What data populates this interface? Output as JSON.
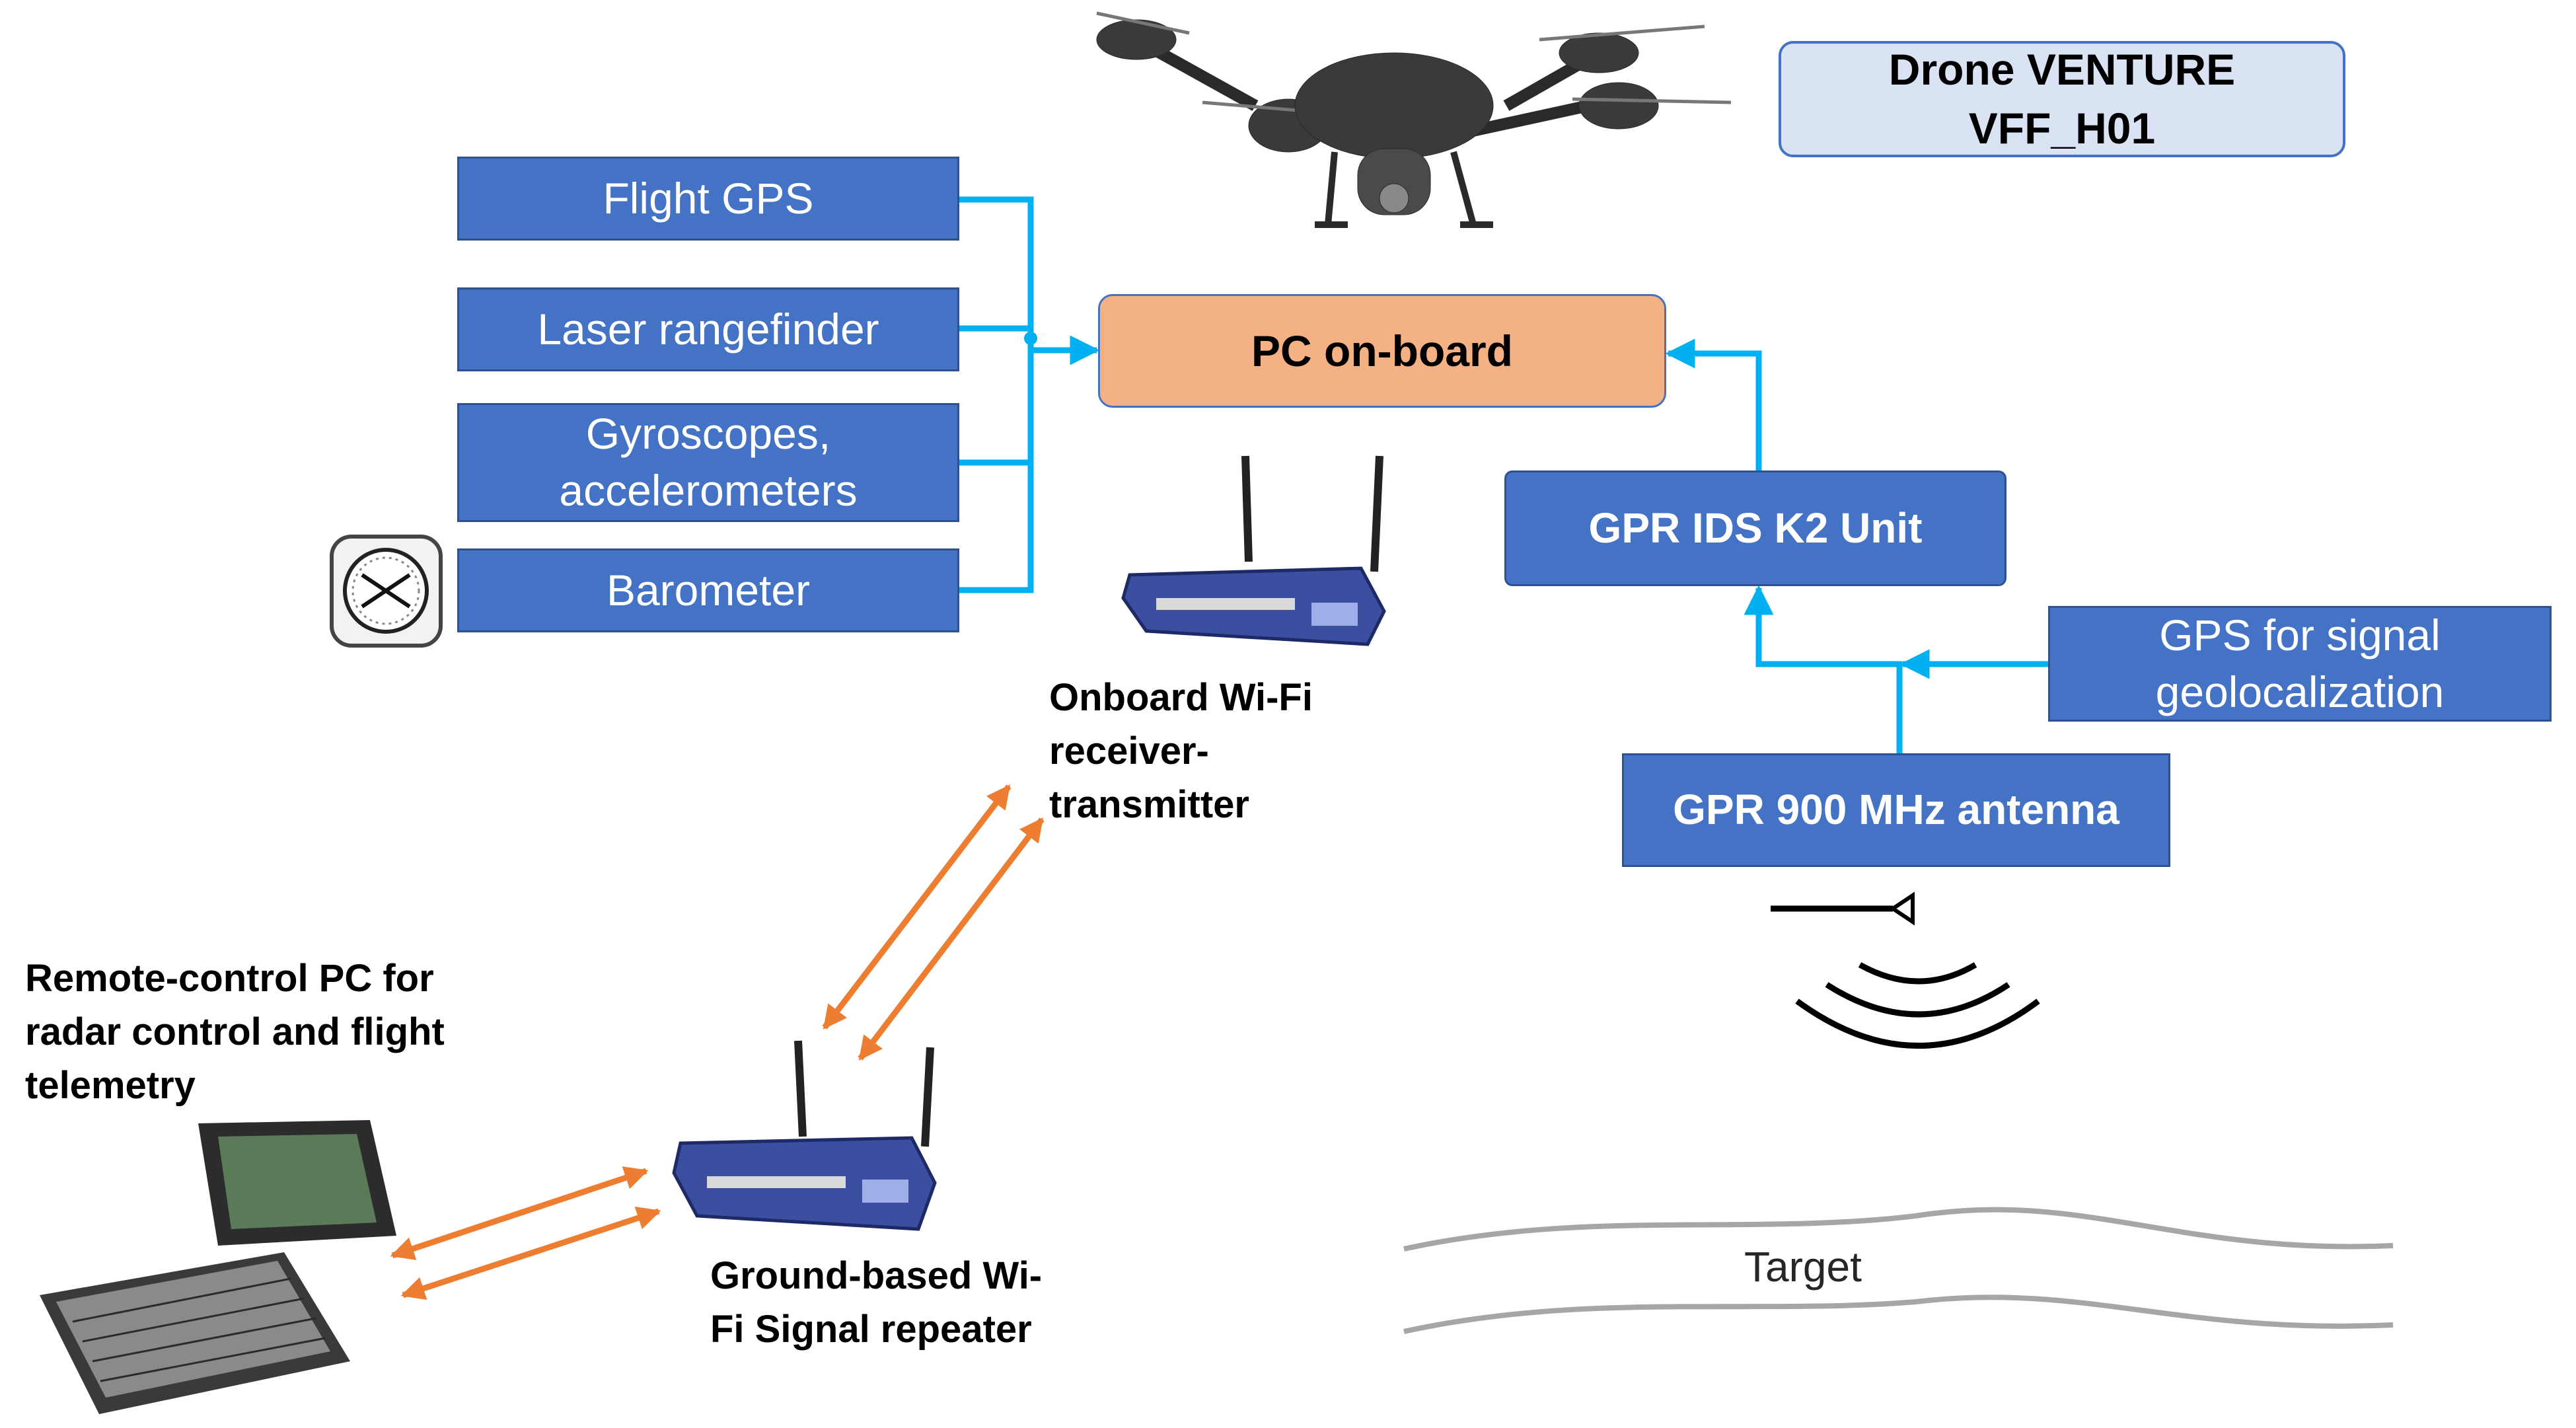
{
  "title_box": {
    "line1": "Drone VENTURE",
    "line2": "VFF_H01"
  },
  "sensors": [
    "Flight GPS",
    "Laser rangefinder",
    "Gyroscopes,\naccelerometers",
    "Barometer"
  ],
  "pc_onboard": "PC on-board",
  "gpr_unit": "GPR IDS K2 Unit",
  "gps_signal": "GPS for signal\ngeolocalization",
  "gpr_antenna": "GPR 900 MHz antenna",
  "onboard_wifi_caption": "Onboard Wi-Fi\nreceiver-\ntransmitter",
  "ground_wifi_caption": "Ground-based Wi-\nFi Signal repeater",
  "remote_pc_caption": "Remote-control PC for\nradar control and flight\ntelemetry",
  "target_label": "Target",
  "colors": {
    "box_blue": "#4472c4",
    "pc_box": "#f4b183",
    "title_box": "#dae3f3",
    "connector": "#00b0f0",
    "wifi_link": "#ed7d31"
  },
  "icons": [
    "drone-icon",
    "barometer-icon",
    "wifi-router-icon",
    "laptop-icon",
    "antenna-signal-icon"
  ]
}
